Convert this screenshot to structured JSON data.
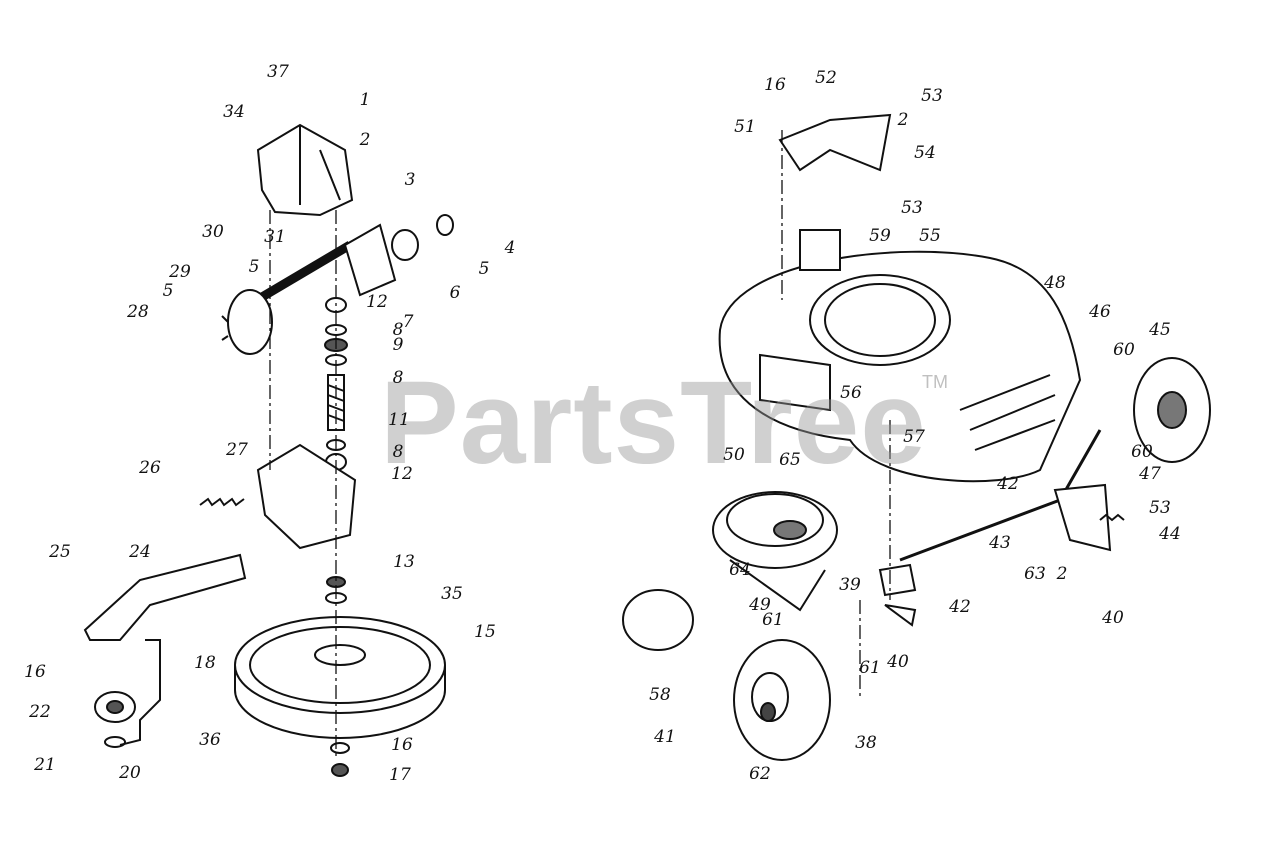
{
  "watermark": {
    "text": "PartsTree",
    "trademark": "TM"
  },
  "left_assembly": {
    "callouts": [
      "37",
      "1",
      "34",
      "2",
      "3",
      "30",
      "31",
      "5",
      "29",
      "4",
      "5",
      "6",
      "12",
      "7",
      "28",
      "5",
      "8",
      "9",
      "8",
      "11",
      "8",
      "27",
      "12",
      "26",
      "13",
      "35",
      "25",
      "24",
      "15",
      "18",
      "16",
      "22",
      "36",
      "21",
      "20",
      "16",
      "17"
    ]
  },
  "right_assembly": {
    "callouts": [
      "16",
      "52",
      "53",
      "2",
      "51",
      "54",
      "53",
      "55",
      "59",
      "48",
      "46",
      "45",
      "60",
      "56",
      "57",
      "60",
      "47",
      "50",
      "65",
      "42",
      "53",
      "44",
      "43",
      "63",
      "2",
      "64",
      "49",
      "39",
      "42",
      "40",
      "61",
      "40",
      "61",
      "58",
      "41",
      "62",
      "38"
    ]
  }
}
